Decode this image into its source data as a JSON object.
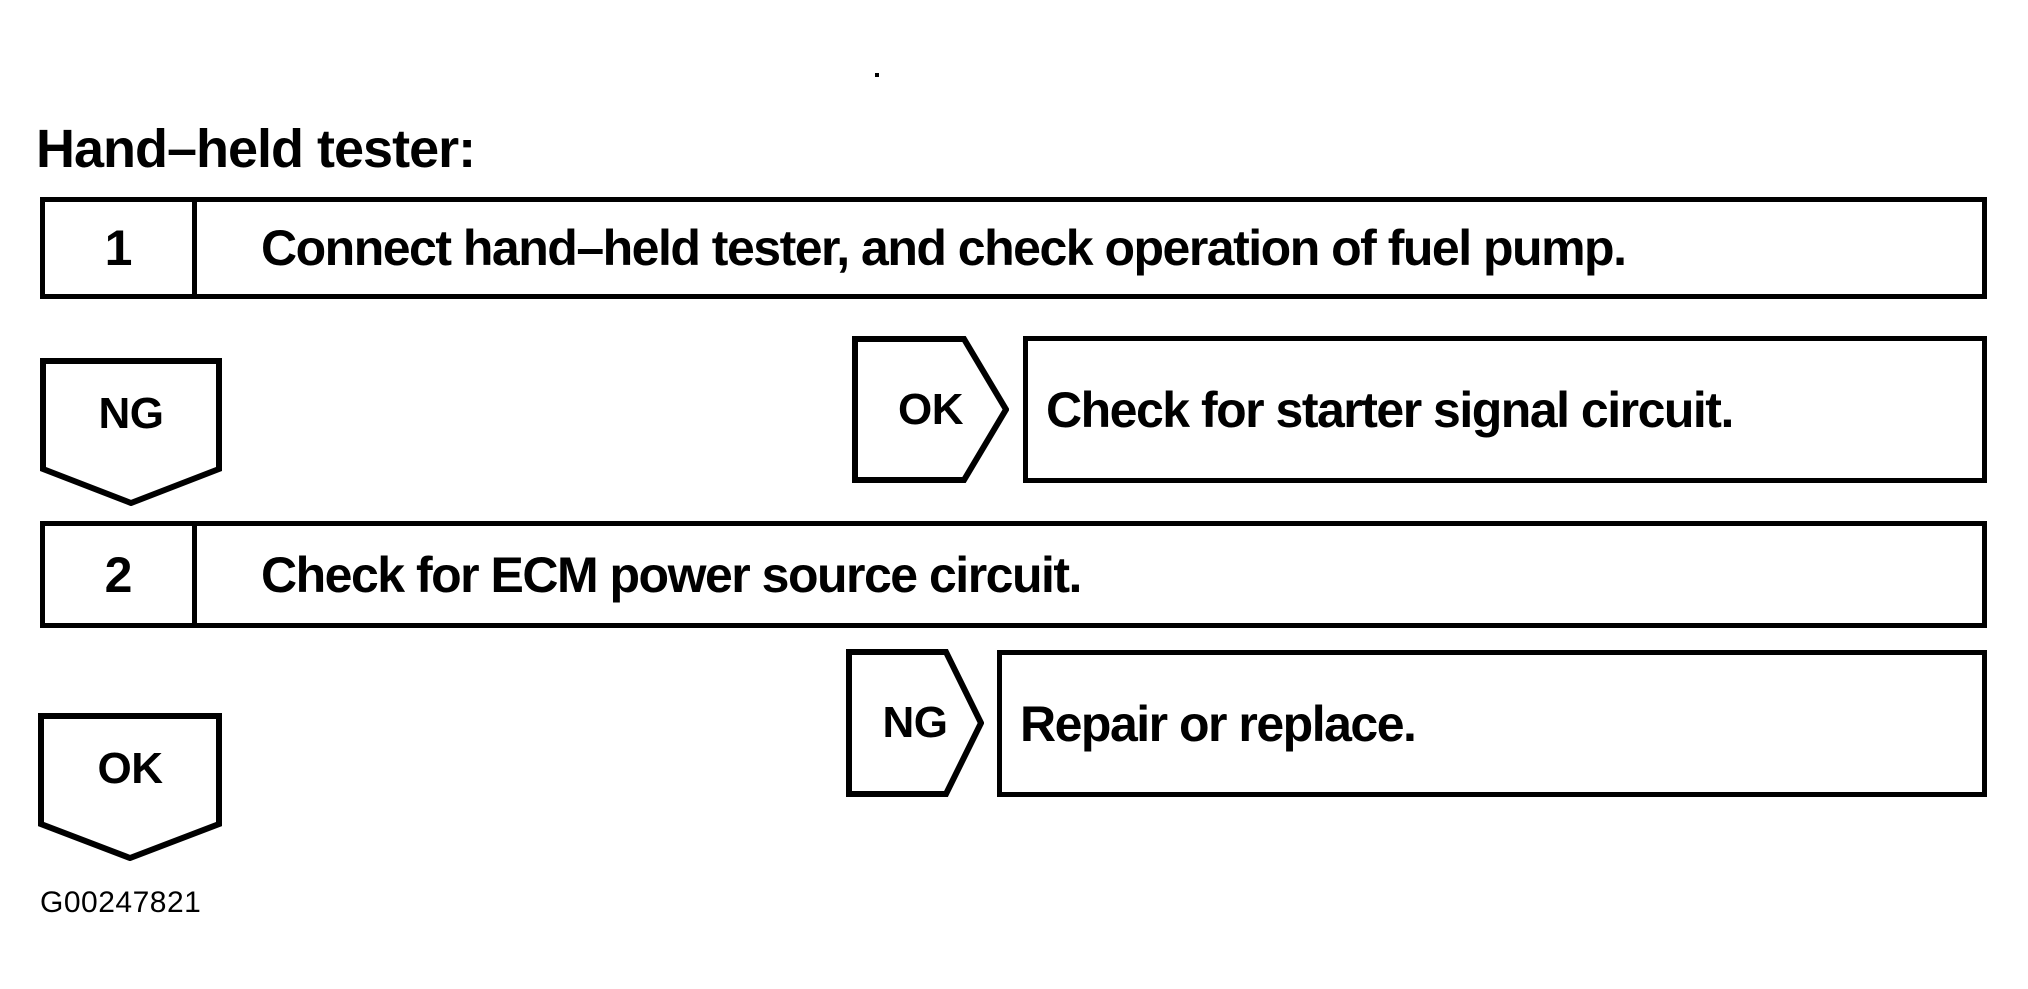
{
  "title": "Hand–held tester:",
  "figure_code": "G00247821",
  "colors": {
    "ink": "#000000",
    "paper": "#ffffff"
  },
  "flowchart": {
    "steps": [
      {
        "number": "1",
        "instruction": "Connect hand–held tester, and check operation of fuel pump."
      },
      {
        "number": "2",
        "instruction": "Check for ECM power source circuit."
      }
    ],
    "connectors": {
      "step1_down": {
        "label": "NG"
      },
      "step1_right": {
        "label": "OK",
        "result": "Check for starter signal circuit."
      },
      "step2_right": {
        "label": "NG",
        "result": "Repair or replace."
      },
      "step2_down": {
        "label": "OK"
      }
    }
  }
}
